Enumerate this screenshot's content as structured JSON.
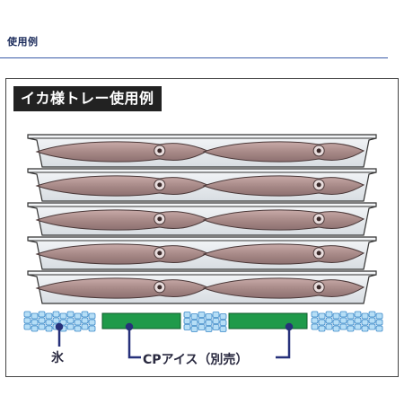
{
  "header": {
    "title": "使用例"
  },
  "panel": {
    "title": "イカ様トレー使用例",
    "tray_count": 5,
    "labels": {
      "ice": "氷",
      "cp_ice": "CPアイス（別売）"
    }
  },
  "colors": {
    "rule": "#3a5ca8",
    "squid": "#a88a8a",
    "cp_ice": "#1f9a4a",
    "ice": "#9ad0f0",
    "leader": "#26307a"
  }
}
